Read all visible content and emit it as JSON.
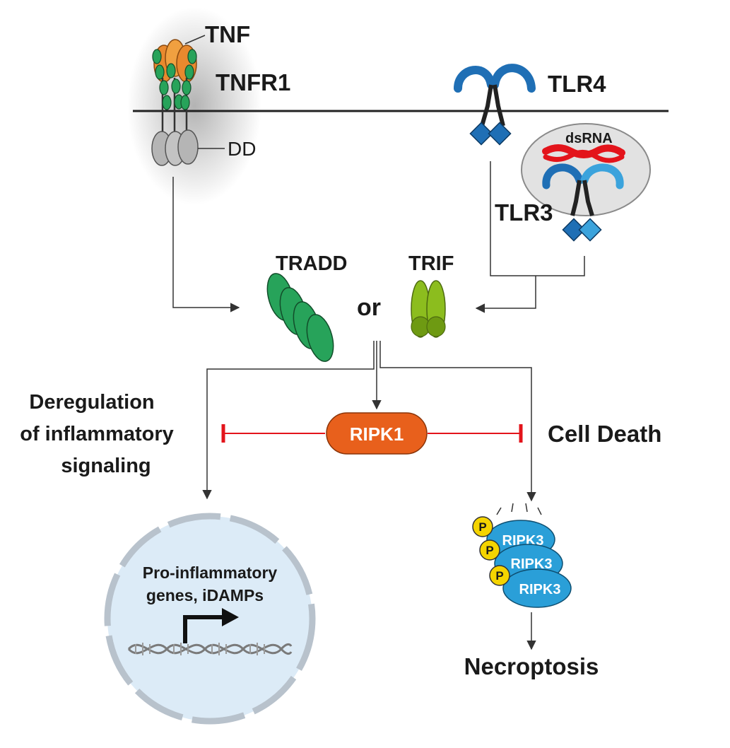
{
  "labels": {
    "tnf": "TNF",
    "tnfr1": "TNFR1",
    "dd": "DD",
    "tlr4": "TLR4",
    "dsrna": "dsRNA",
    "tlr3": "TLR3",
    "tradd": "TRADD",
    "trif": "TRIF",
    "or": "or",
    "ripk1": "RIPK1",
    "dereg_line1": "Deregulation",
    "dereg_line2": "of inflammatory",
    "dereg_line3": "signaling",
    "cell_death": "Cell Death",
    "proinflam_line1": "Pro-inflammatory",
    "proinflam_line2": "genes, iDAMPs",
    "ripk3": "RIPK3",
    "p": "P",
    "necroptosis": "Necroptosis"
  },
  "colors": {
    "tnf": "#e8892e",
    "tnfr1": "#27a35a",
    "death_domain": "#b5b5b5",
    "tlr": "#1f6fb5",
    "tlr_light": "#3ba3dc",
    "dsrna": "#e3141b",
    "tradd": "#27a35a",
    "trif": "#8cbd1e",
    "ripk1": "#e8601c",
    "inhibit": "#e3141b",
    "nucleus": "#dcebf7",
    "ripk3": "#2a9fd8",
    "phospho": "#f5d400"
  }
}
